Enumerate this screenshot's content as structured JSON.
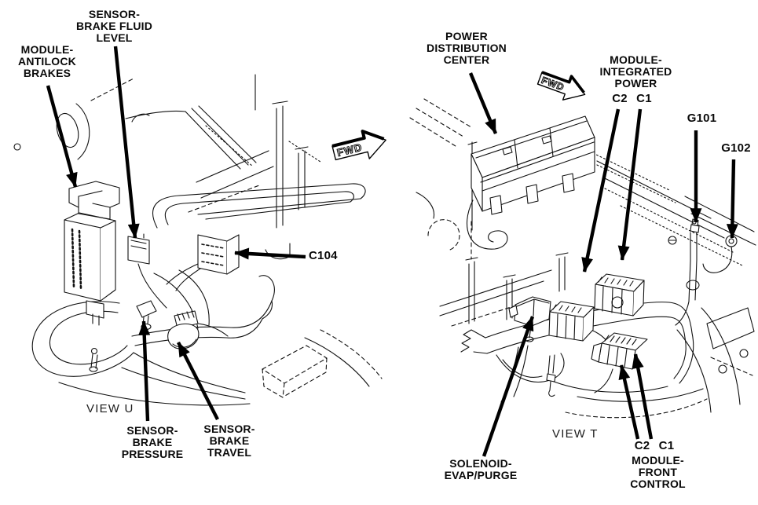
{
  "diagram": {
    "background_color": "#ffffff",
    "line_color": "#000000"
  },
  "view_u": {
    "title": "VIEW U",
    "fwd_arrow": "FWD",
    "callouts": {
      "module_antilock_brakes": "MODULE-\nANTILOCK\nBRAKES",
      "sensor_brake_fluid_level": "SENSOR-\nBRAKE FLUID\nLEVEL",
      "connector_c104": "C104",
      "sensor_brake_pressure": "SENSOR-\nBRAKE\nPRESSURE",
      "sensor_brake_travel": "SENSOR-\nBRAKE\nTRAVEL"
    }
  },
  "view_t": {
    "title": "VIEW T",
    "fwd_arrow": "FWD",
    "callouts": {
      "power_distribution_center": "POWER\nDISTRIBUTION\nCENTER",
      "module_integrated_power": "MODULE-\nINTEGRATED\nPOWER",
      "module_integrated_power_connectors": "C2 C1",
      "ground_g101": "G101",
      "ground_g102": "G102",
      "solenoid_evap_purge": "SOLENOID-\nEVAP/PURGE",
      "module_front_control_connectors": "C2 C1",
      "module_front_control": "MODULE-\nFRONT\nCONTROL"
    }
  }
}
